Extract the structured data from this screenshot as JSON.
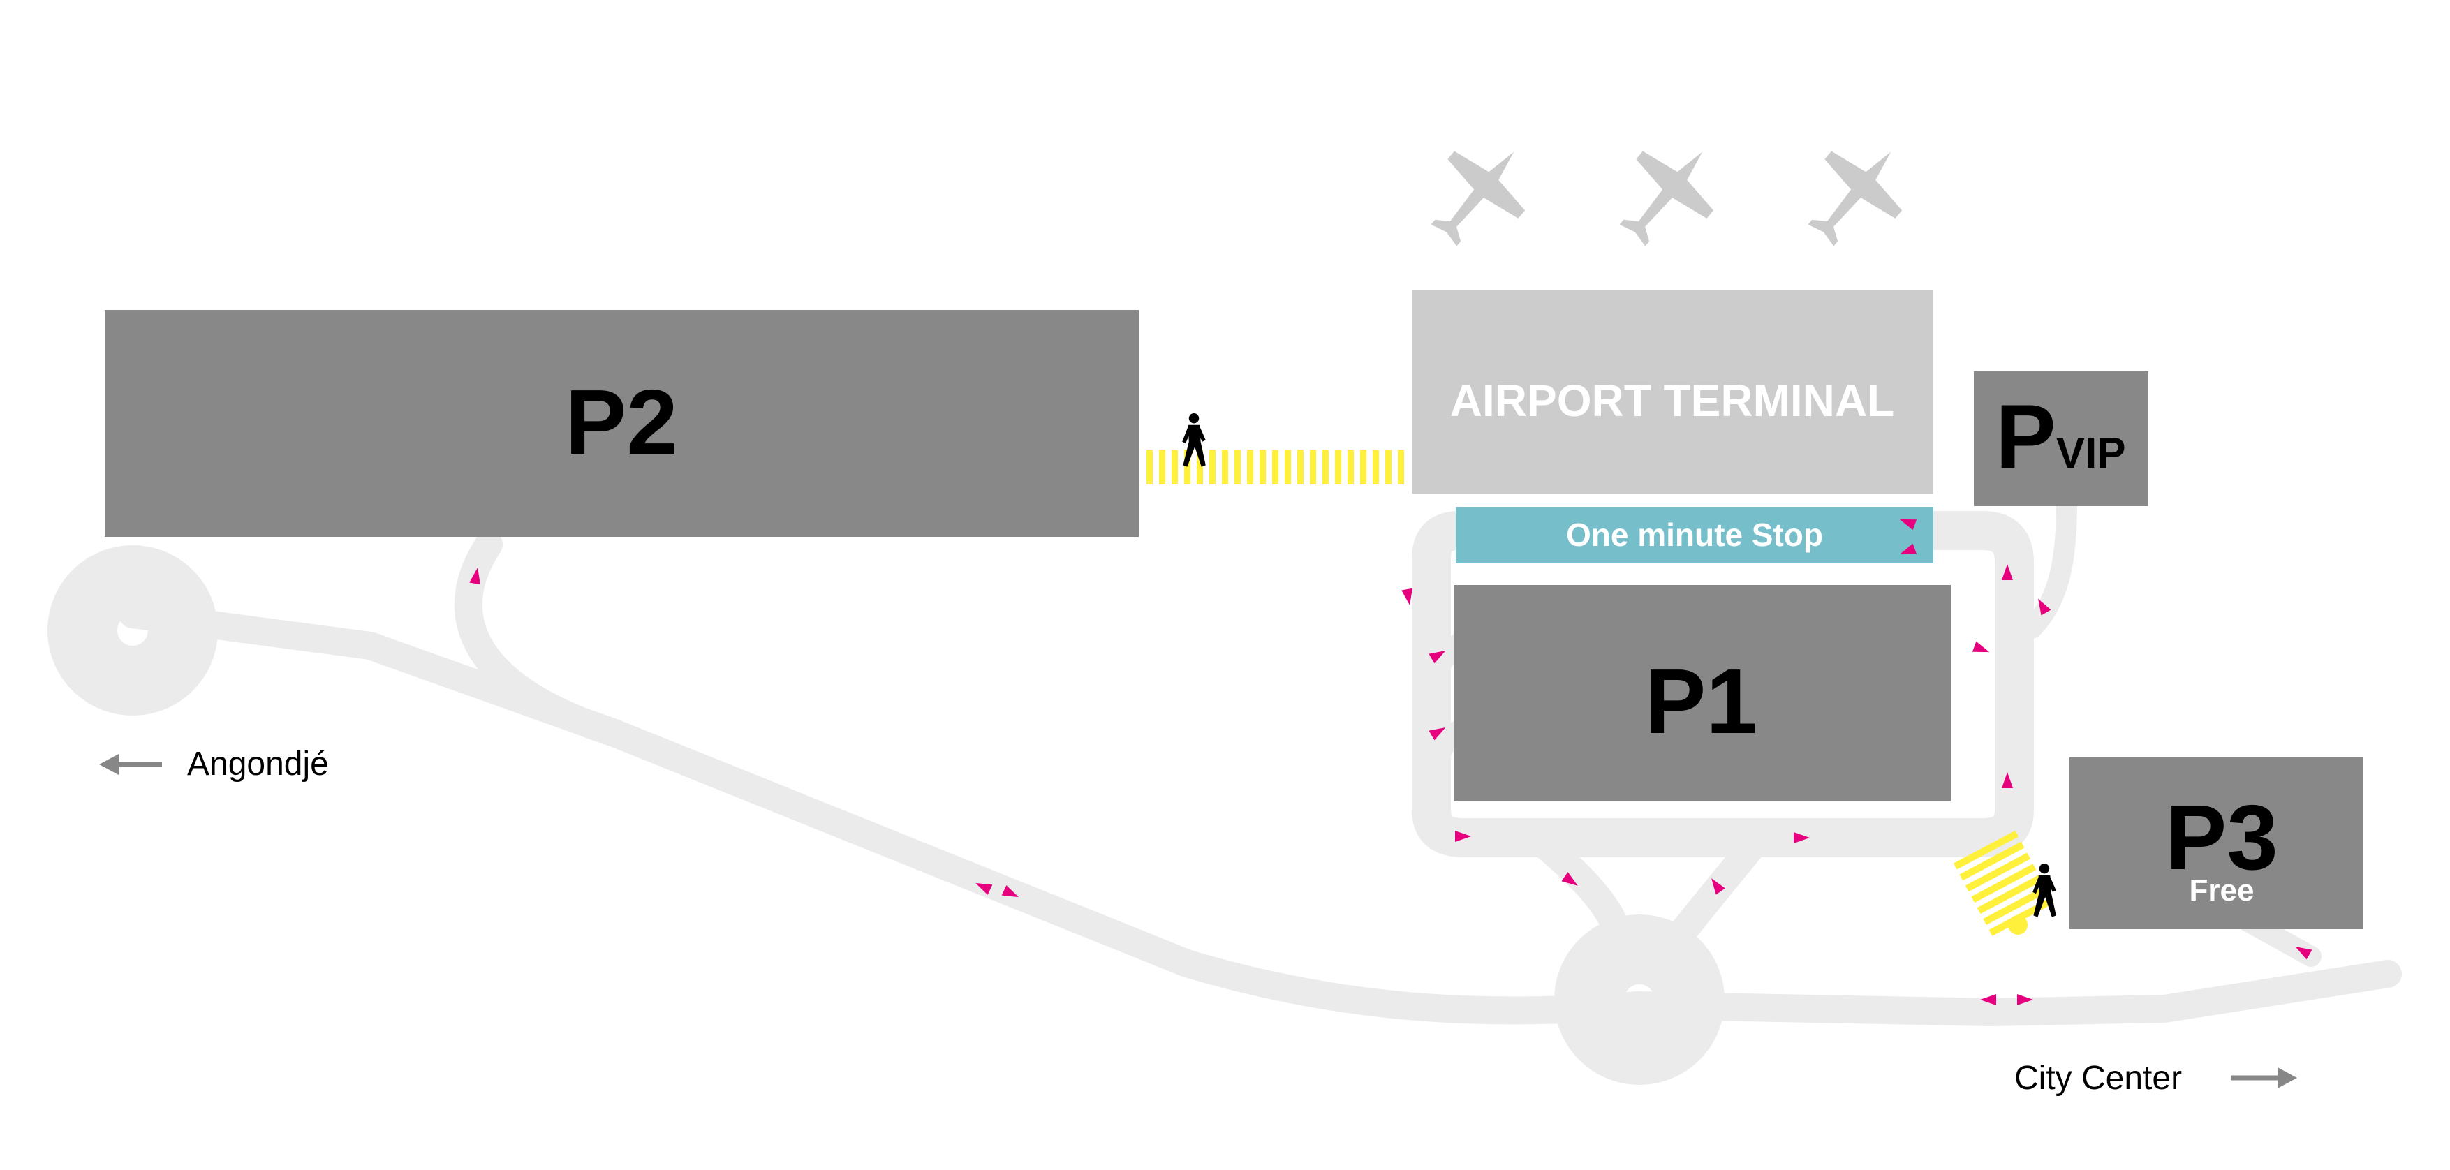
{
  "parking": {
    "p2": {
      "label": "P2"
    },
    "p1": {
      "label": "P1"
    },
    "p3": {
      "label": "P3",
      "sublabel": "Free"
    },
    "pvip": {
      "label": "P",
      "suffix": "VIP"
    }
  },
  "terminal": {
    "label": "AIRPORT TERMINAL"
  },
  "one_minute_stop": {
    "label": "One minute Stop"
  },
  "destinations": {
    "left": {
      "label": "Angondjé"
    },
    "right": {
      "label": "City Center"
    }
  },
  "icons": [
    "airplane-icon",
    "pedestrian-icon",
    "direction-arrow-icon",
    "roundabout-icon",
    "crosswalk"
  ],
  "colors": {
    "parking": "#878887",
    "terminal": "#cccccc",
    "road": "#ebebeb",
    "one_minute_stop": "#76bec9",
    "crosswalk": "#fff03c",
    "direction_arrow": "#e6007e",
    "text_dark": "#000000",
    "text_light": "#ffffff",
    "destination_arrow": "#878787"
  }
}
